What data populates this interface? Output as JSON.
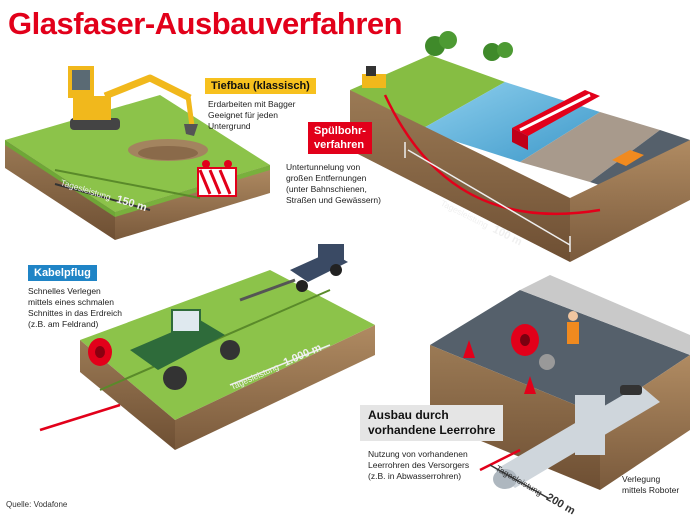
{
  "title": "Glasfaser-Ausbauverfahren",
  "sections": {
    "tiefbau": {
      "label": "Tiefbau (klassisch)",
      "desc": [
        "Erdarbeiten mit Bagger",
        "Geeignet für jeden",
        "Untergrund"
      ],
      "rate_text": "Tagesleistung",
      "rate_value": "150 m"
    },
    "spuelbohr": {
      "label_lines": [
        "Spülbohr-",
        "verfahren"
      ],
      "desc": [
        "Untertunnelung von",
        "großen Entfernungen",
        "(unter Bahnschienen,",
        "Straßen und Gewässern)"
      ],
      "rate_text": "Tagesleistung",
      "rate_value": "100 m"
    },
    "kabelpflug": {
      "label": "Kabelpflug",
      "desc": [
        "Schnelles Verlegen",
        "mittels eines schmalen",
        "Schnittes in das Erdreich",
        "(z.B. am Feldrand)"
      ],
      "rate_text": "Tagesleistung",
      "rate_value": "1.000 m"
    },
    "leerrohre": {
      "label_lines": [
        "Ausbau durch",
        "vorhandene Leerrohre"
      ],
      "desc": [
        "Nutzung von vorhandenen",
        "Leerrohren des Versorgers",
        "(z.B. in Abwasserrohren)"
      ],
      "robot_note": [
        "Verlegung",
        "mittels Roboter"
      ],
      "rate_text": "Tagesleistung",
      "rate_value": "200 m"
    }
  },
  "credit": "Quelle: Vodafone",
  "colors": {
    "brand_red": "#e2001a",
    "label_yellow": "#f7c11e",
    "label_blue": "#1f84c6",
    "grass": "#7fba3c",
    "soil": "#8a6a4a",
    "water": "#4aa9d6",
    "asphalt": "#55606b"
  }
}
